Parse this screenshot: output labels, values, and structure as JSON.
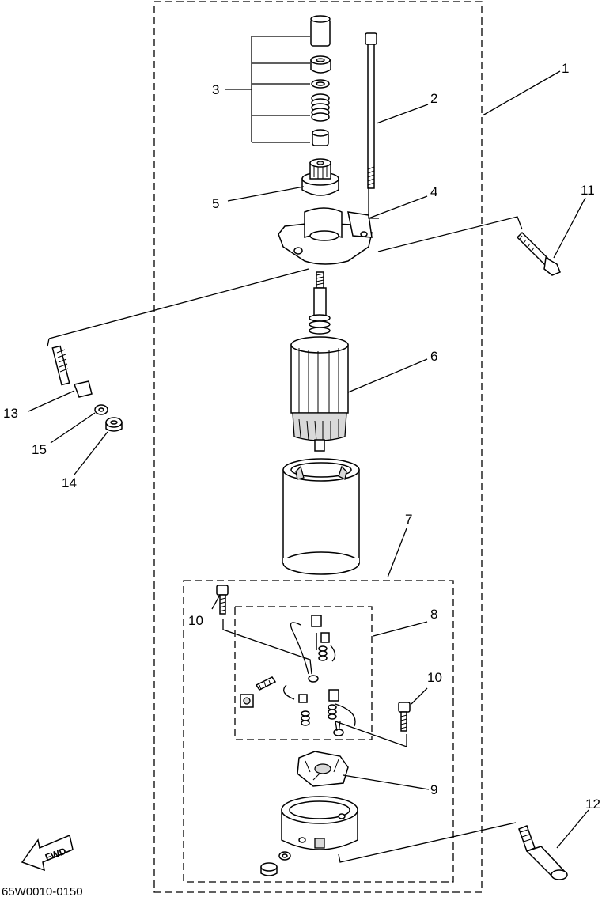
{
  "diagram": {
    "part_labels": {
      "p1": "1",
      "p2": "2",
      "p3": "3",
      "p4": "4",
      "p5": "5",
      "p6": "6",
      "p7": "7",
      "p8": "8",
      "p9": "9",
      "p10a": "10",
      "p10b": "10",
      "p11": "11",
      "p12": "12",
      "p13": "13",
      "p14": "14",
      "p15": "15"
    },
    "fwd_arrow_label": "FWD",
    "drawing_code": "65W0010-0150"
  }
}
